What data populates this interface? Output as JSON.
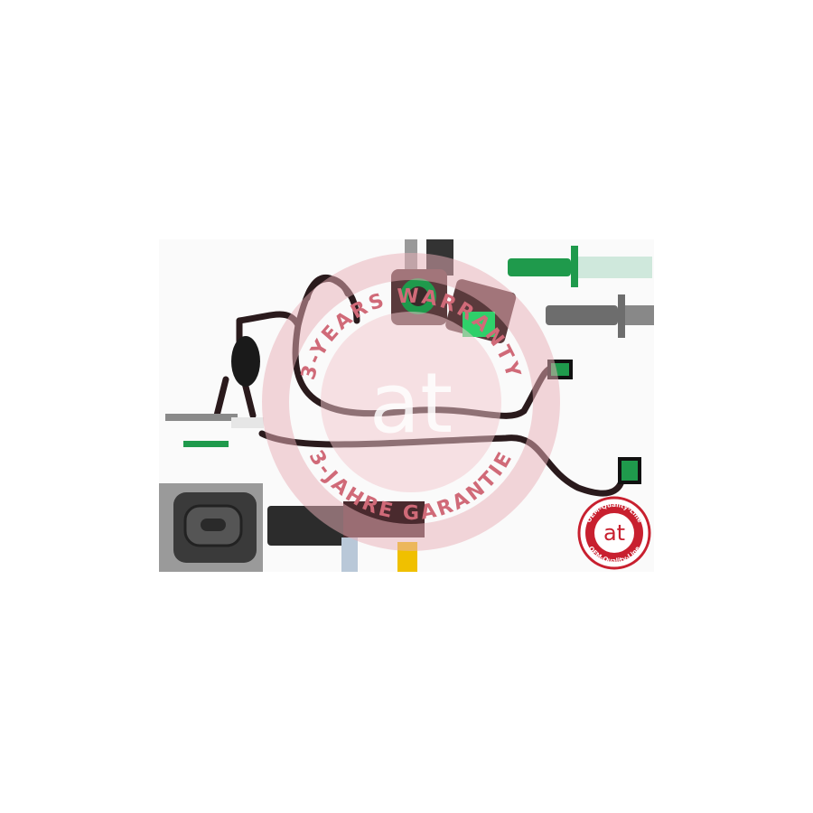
{
  "watermark": {
    "logo_text": "at",
    "ring_text_top": "3-YEARS WARRANTY",
    "ring_text_bottom": "3-JAHRE GARANTIE",
    "color": "#e8a0ac"
  },
  "badge": {
    "logo_text": "at",
    "ring_text": "OEM-Quality-Line",
    "color": "#c8202f"
  },
  "product": {
    "hose_color": "#2a1a1c",
    "connector_green": "#1f9a4c",
    "connector_gray": "#6d6d6d"
  }
}
